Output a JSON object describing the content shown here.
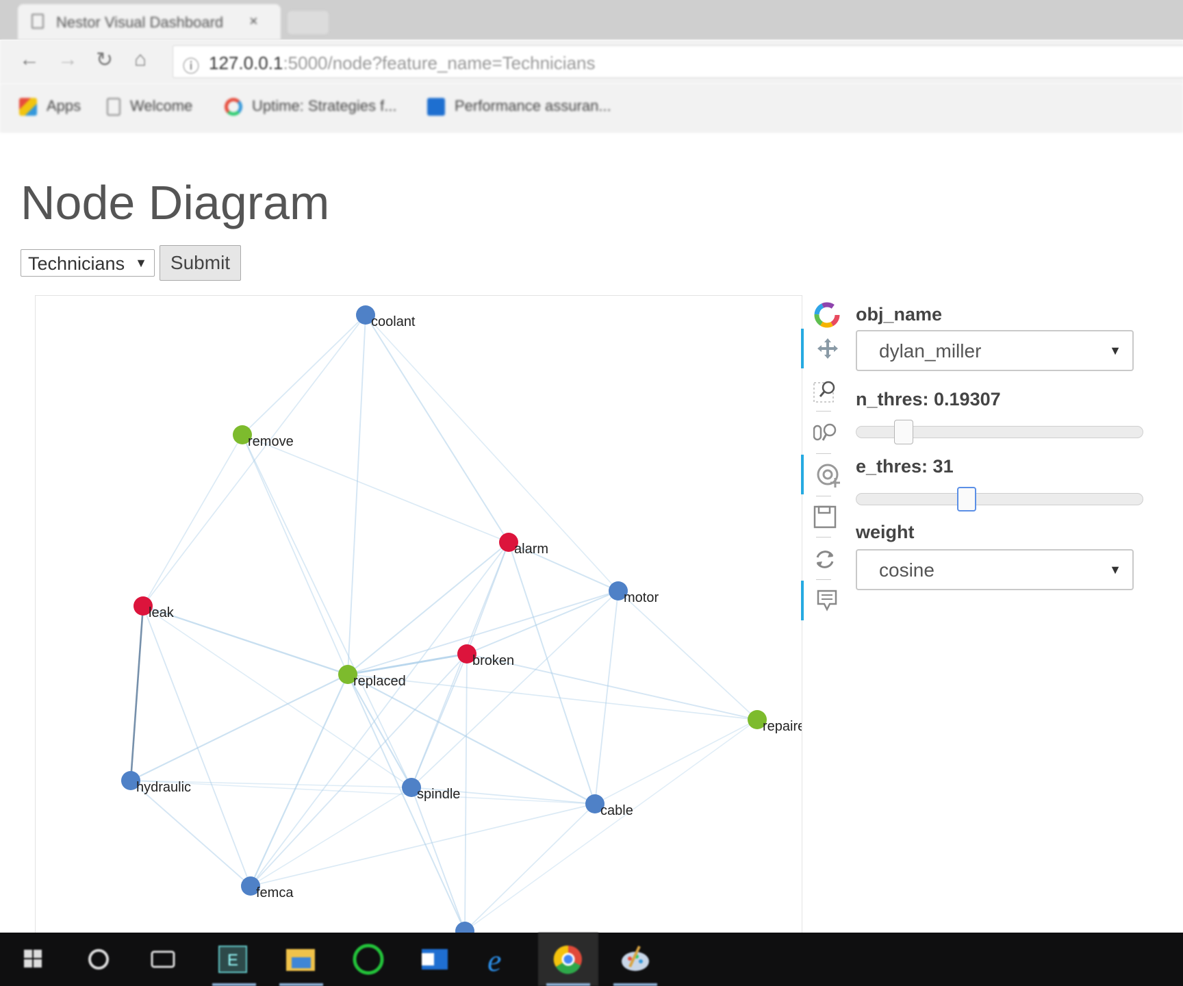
{
  "browser": {
    "tab_title": "Nestor Visual Dashboard",
    "tab_close": "×",
    "url_host": "127.0.0.1",
    "url_path": ":5000/node?feature_name=Technicians",
    "bookmarks": [
      {
        "label": "Apps",
        "icon": "apps-grid-icon"
      },
      {
        "label": "Welcome",
        "icon": "page-icon"
      },
      {
        "label": "Uptime: Strategies f...",
        "icon": "google-icon"
      },
      {
        "label": "Performance assuran...",
        "icon": "outlook-icon"
      }
    ]
  },
  "page": {
    "title": "Node Diagram",
    "feature_select": "Technicians",
    "submit_label": "Submit"
  },
  "graph": {
    "colors": {
      "problem": "#dc143c",
      "solution": "#7dbb2d",
      "item": "#4f81c7",
      "edge": "#a9cde8",
      "edge_strong": "#6f8aa6"
    },
    "nodes": [
      {
        "id": "coolant",
        "label": "coolant",
        "group": "item"
      },
      {
        "id": "remove",
        "label": "remove",
        "group": "solution"
      },
      {
        "id": "alarm",
        "label": "alarm",
        "group": "problem"
      },
      {
        "id": "motor",
        "label": "motor",
        "group": "item"
      },
      {
        "id": "leak",
        "label": "leak",
        "group": "problem"
      },
      {
        "id": "broken",
        "label": "broken",
        "group": "problem"
      },
      {
        "id": "replaced",
        "label": "replaced",
        "group": "solution"
      },
      {
        "id": "repaired",
        "label": "repaired",
        "group": "solution"
      },
      {
        "id": "hydraulic",
        "label": "hydraulic",
        "group": "item"
      },
      {
        "id": "spindle",
        "label": "spindle",
        "group": "item"
      },
      {
        "id": "cable",
        "label": "cable",
        "group": "item"
      },
      {
        "id": "femca",
        "label": "femca",
        "group": "item"
      },
      {
        "id": "bottom",
        "label": "",
        "group": "item"
      }
    ],
    "edges": [
      [
        "leak",
        "hydraulic",
        0.9
      ],
      [
        "replaced",
        "broken",
        0.5
      ],
      [
        "replaced",
        "leak",
        0.35
      ],
      [
        "replaced",
        "hydraulic",
        0.3
      ],
      [
        "replaced",
        "femca",
        0.32
      ],
      [
        "replaced",
        "spindle",
        0.3
      ],
      [
        "replaced",
        "cable",
        0.3
      ],
      [
        "replaced",
        "alarm",
        0.25
      ],
      [
        "replaced",
        "motor",
        0.22
      ],
      [
        "replaced",
        "coolant",
        0.22
      ],
      [
        "replaced",
        "remove",
        0.18
      ],
      [
        "broken",
        "motor",
        0.25
      ],
      [
        "broken",
        "spindle",
        0.22
      ],
      [
        "broken",
        "repaired",
        0.22
      ],
      [
        "broken",
        "femca",
        0.2
      ],
      [
        "broken",
        "bottom",
        0.2
      ],
      [
        "broken",
        "alarm",
        0.2
      ],
      [
        "alarm",
        "motor",
        0.25
      ],
      [
        "alarm",
        "cable",
        0.25
      ],
      [
        "alarm",
        "spindle",
        0.2
      ],
      [
        "alarm",
        "femca",
        0.18
      ],
      [
        "alarm",
        "remove",
        0.15
      ],
      [
        "coolant",
        "alarm",
        0.25
      ],
      [
        "coolant",
        "remove",
        0.18
      ],
      [
        "coolant",
        "leak",
        0.15
      ],
      [
        "coolant",
        "motor",
        0.12
      ],
      [
        "remove",
        "leak",
        0.15
      ],
      [
        "remove",
        "spindle",
        0.18
      ],
      [
        "motor",
        "cable",
        0.2
      ],
      [
        "motor",
        "repaired",
        0.15
      ],
      [
        "motor",
        "spindle",
        0.15
      ],
      [
        "repaired",
        "replaced",
        0.15
      ],
      [
        "repaired",
        "cable",
        0.12
      ],
      [
        "repaired",
        "bottom",
        0.1
      ],
      [
        "leak",
        "femca",
        0.2
      ],
      [
        "leak",
        "spindle",
        0.12
      ],
      [
        "hydraulic",
        "femca",
        0.22
      ],
      [
        "hydraulic",
        "spindle",
        0.12
      ],
      [
        "hydraulic",
        "cable",
        0.1
      ],
      [
        "spindle",
        "cable",
        0.18
      ],
      [
        "spindle",
        "bottom",
        0.22
      ],
      [
        "spindle",
        "femca",
        0.12
      ],
      [
        "cable",
        "femca",
        0.15
      ],
      [
        "cable",
        "bottom",
        0.15
      ],
      [
        "replaced",
        "bottom",
        0.25
      ]
    ]
  },
  "tools": [
    {
      "name": "bokeh-logo-icon"
    },
    {
      "name": "pan-tool-icon"
    },
    {
      "name": "box-zoom-tool-icon"
    },
    {
      "name": "wheel-zoom-tool-icon"
    },
    {
      "name": "tap-tool-icon"
    },
    {
      "name": "save-tool-icon"
    },
    {
      "name": "reset-tool-icon"
    },
    {
      "name": "hover-tool-icon"
    }
  ],
  "widgets": {
    "obj_name_label": "obj_name",
    "obj_name_value": "dylan_miller",
    "n_thres_label": "n_thres: 0.19307",
    "n_thres_value": 0.19307,
    "e_thres_label": "e_thres: 31",
    "e_thres_value": 31,
    "weight_label": "weight",
    "weight_value": "cosine"
  },
  "taskbar": [
    {
      "name": "windows-start-icon"
    },
    {
      "name": "cortana-search-icon"
    },
    {
      "name": "task-view-icon"
    },
    {
      "name": "app-e-icon"
    },
    {
      "name": "file-explorer-icon"
    },
    {
      "name": "green-ring-app-icon"
    },
    {
      "name": "outlook-icon"
    },
    {
      "name": "internet-explorer-icon"
    },
    {
      "name": "chrome-icon"
    },
    {
      "name": "paint-icon"
    }
  ]
}
